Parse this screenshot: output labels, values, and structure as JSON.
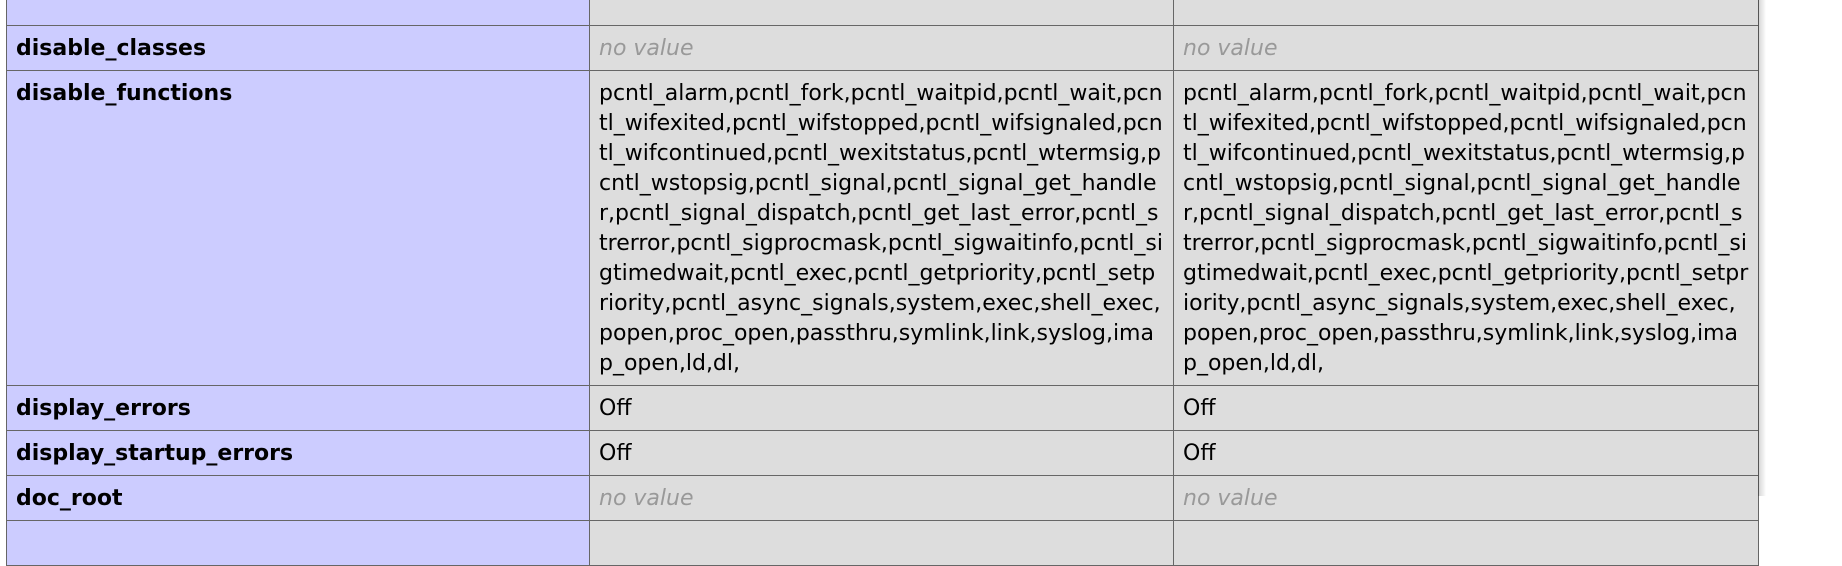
{
  "directives": [
    {
      "name": "disable_classes",
      "local": "no value",
      "master": "no value",
      "no_value": true
    },
    {
      "name": "disable_functions",
      "local": "pcntl_alarm,pcntl_fork,pcntl_waitpid,pcntl_wait,pcntl_wifexited,pcntl_wifstopped,pcntl_wifsignaled,pcntl_wifcontinued,pcntl_wexitstatus,pcntl_wtermsig,pcntl_wstopsig,pcntl_signal,pcntl_signal_get_handler,pcntl_signal_dispatch,pcntl_get_last_error,pcntl_strerror,pcntl_sigprocmask,pcntl_sigwaitinfo,pcntl_sigtimedwait,pcntl_exec,pcntl_getpriority,pcntl_setpriority,pcntl_async_signals,system,exec,shell_exec,popen,proc_open,passthru,symlink,link,syslog,imap_open,ld,dl,",
      "master": "pcntl_alarm,pcntl_fork,pcntl_waitpid,pcntl_wait,pcntl_wifexited,pcntl_wifstopped,pcntl_wifsignaled,pcntl_wifcontinued,pcntl_wexitstatus,pcntl_wtermsig,pcntl_wstopsig,pcntl_signal,pcntl_signal_get_handler,pcntl_signal_dispatch,pcntl_get_last_error,pcntl_strerror,pcntl_sigprocmask,pcntl_sigwaitinfo,pcntl_sigtimedwait,pcntl_exec,pcntl_getpriority,pcntl_setpriority,pcntl_async_signals,system,exec,shell_exec,popen,proc_open,passthru,symlink,link,syslog,imap_open,ld,dl,",
      "no_value": false
    },
    {
      "name": "display_errors",
      "local": "Off",
      "master": "Off",
      "no_value": false
    },
    {
      "name": "display_startup_errors",
      "local": "Off",
      "master": "Off",
      "no_value": false
    },
    {
      "name": "doc_root",
      "local": "no value",
      "master": "no value",
      "no_value": true
    }
  ],
  "colors": {
    "directive_bg": "#ccccff",
    "value_bg": "#dddddd",
    "no_value_text": "#999999",
    "border": "#666666"
  }
}
